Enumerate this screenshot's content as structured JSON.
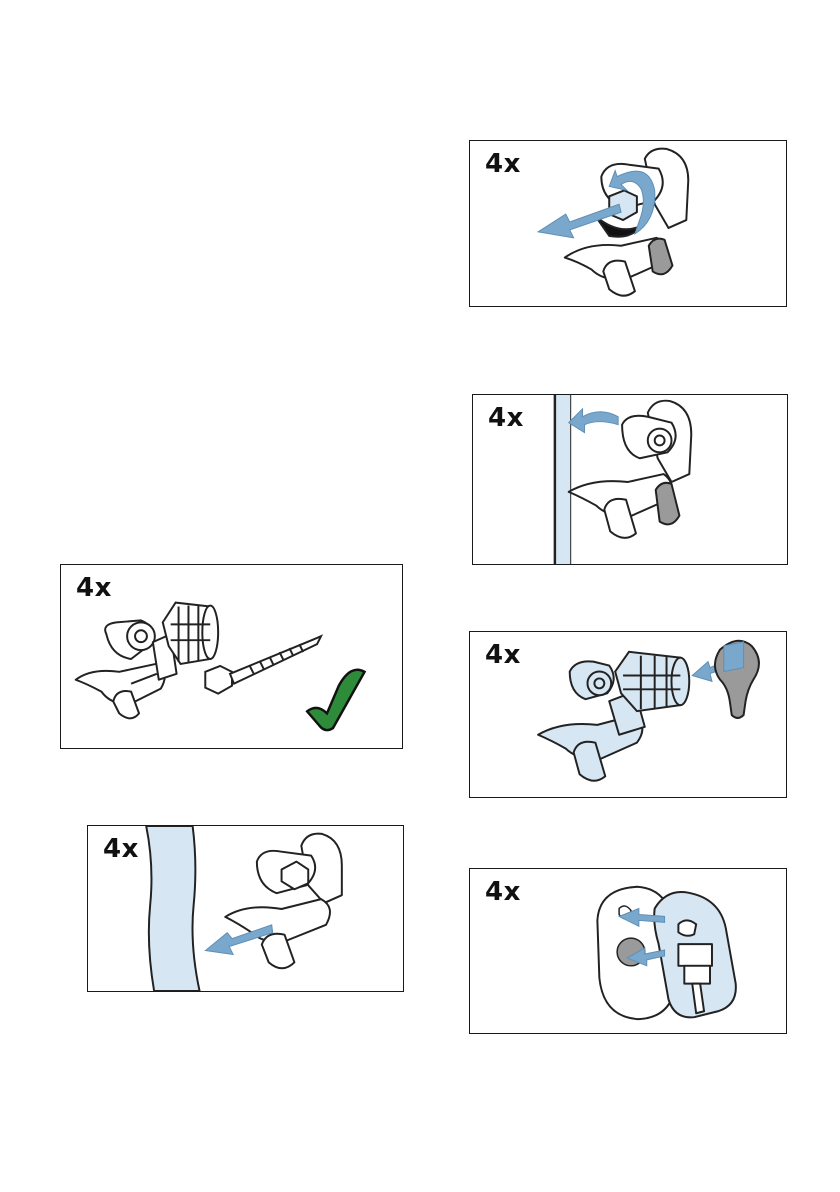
{
  "colors": {
    "accent_blue": "#7aa8cc",
    "fill_blue": "#d6e6f2",
    "gray": "#9a9a9a",
    "check_green": "#2e8b3a"
  },
  "panels": [
    {
      "id": "p1",
      "quantity": "4x",
      "icons": [
        "wall-bracket-icon",
        "dowel-icon",
        "screw-icon",
        "checkmark-icon"
      ]
    },
    {
      "id": "p2",
      "quantity": "4x",
      "icons": [
        "wall-icon",
        "wall-bracket-icon",
        "arrow-icon"
      ]
    },
    {
      "id": "p3",
      "quantity": "4x",
      "icons": [
        "wall-bracket-icon",
        "rotate-arrow-icon",
        "arrow-icon"
      ]
    },
    {
      "id": "p4",
      "quantity": "4x",
      "icons": [
        "wall-icon",
        "wall-bracket-icon",
        "arrow-icon"
      ]
    },
    {
      "id": "p5",
      "quantity": "4x",
      "icons": [
        "wall-bracket-icon",
        "dowel-icon",
        "arrow-icon",
        "keyhole-plate-icon"
      ]
    },
    {
      "id": "p6",
      "quantity": "4x",
      "icons": [
        "mounting-plate-icon",
        "clip-icon",
        "arrow-icon"
      ]
    }
  ]
}
